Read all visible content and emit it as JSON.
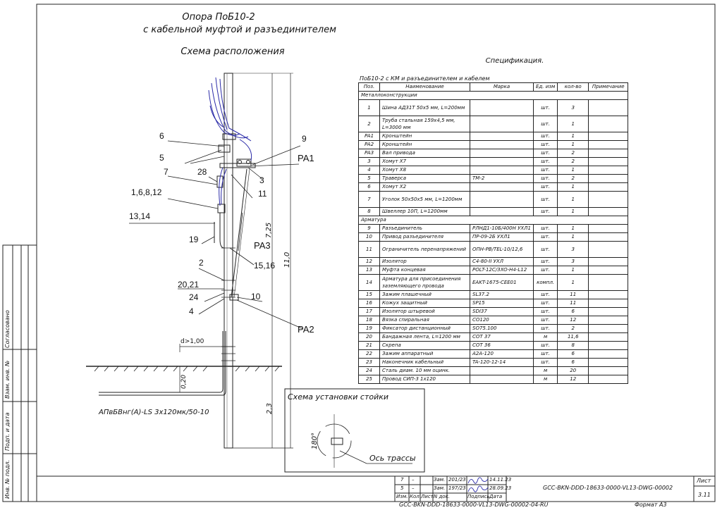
{
  "drawing": {
    "title_line1": "Опора ПоБ10-2",
    "title_line2": "с кабельной муфтой и разъединителем",
    "subtitle": "Схема расположения",
    "callouts": [
      "6",
      "9",
      "5",
      "PA1",
      "7",
      "28",
      "3",
      "11",
      "1,6,8,12",
      "13,14",
      "19",
      "PA3",
      "15,16",
      "2",
      "20,21",
      "24",
      "10",
      "4",
      "PA2"
    ],
    "dims": {
      "d": "d>1,00",
      "h725": "7,25",
      "h110": "11,0",
      "h23": "2,3",
      "h020": "0,20"
    },
    "cable_label": "АПвБВнг(А)-LS 3х120мк/50-10",
    "inset_title": "Схема установки стойки",
    "inset_angle": "180°",
    "inset_label": "Ось трассы"
  },
  "spec": {
    "caption": "Спецификация.",
    "subtitle": "ПоБ10-2 с КМ и разъединителем и кабелем",
    "headers": [
      "Поз.",
      "Наименование",
      "Марка",
      "Ед. изм",
      "кол-во",
      "Примечание"
    ],
    "section_metal": "Металлоконструкции",
    "rows_metal": [
      [
        "1",
        "Шина АД31Т 50х5 мм, L=200мм",
        "",
        "шт.",
        "3",
        ""
      ],
      [
        "2",
        "Труба стальная 159х4,5 мм, L=3000 мм",
        "",
        "шт.",
        "1",
        ""
      ],
      [
        "PA1",
        "Кронштейн",
        "",
        "шт.",
        "1",
        ""
      ],
      [
        "PA2",
        "Кронштейн",
        "",
        "шт.",
        "1",
        ""
      ],
      [
        "PA3",
        "Вал привода",
        "",
        "шт.",
        "2",
        ""
      ],
      [
        "3",
        "Хомут Х7",
        "",
        "шт.",
        "2",
        ""
      ],
      [
        "4",
        "Хомут Х8",
        "",
        "шт.",
        "1",
        ""
      ],
      [
        "5",
        "Траверса",
        "ТМ-2",
        "шт.",
        "2",
        ""
      ],
      [
        "6",
        "Хомут Х2",
        "",
        "шт.",
        "1",
        ""
      ],
      [
        "7",
        "Уголок 50х50х5 мм, L=1200мм",
        "",
        "шт.",
        "1",
        ""
      ],
      [
        "8",
        "Швеллер 10П, L=1200мм",
        "",
        "шт.",
        "1",
        ""
      ]
    ],
    "section_arm": "Арматура",
    "rows_arm": [
      [
        "9",
        "Разъединитель",
        "РЛНД1-10Б/400Н УХЛ1",
        "шт.",
        "1",
        ""
      ],
      [
        "10",
        "Привод разъединителя",
        "ПР-09-2Б УХЛ1",
        "шт.",
        "1",
        ""
      ],
      [
        "11",
        "Ограничитель перенапряжений",
        "ОПН-РВ/TEL-10/12,6",
        "шт.",
        "3",
        ""
      ],
      [
        "12",
        "Изолятор",
        "С4-80-II УХЛ",
        "шт.",
        "3",
        ""
      ],
      [
        "13",
        "Муфта концевая",
        "POLT-12C/3XO-H4-L12",
        "шт.",
        "1",
        ""
      ],
      [
        "14",
        "Арматура для присоединения заземляющего провода",
        "EAKT-1675-CEE01",
        "компл.",
        "1",
        ""
      ],
      [
        "15",
        "Зажим плашечный",
        "SL37.2",
        "шт.",
        "11",
        ""
      ],
      [
        "16",
        "Кожух защитный",
        "SP15",
        "шт.",
        "11",
        ""
      ],
      [
        "17",
        "Изолятор штыревой",
        "SDI37",
        "шт.",
        "6",
        ""
      ],
      [
        "18",
        "Вязка спиральная",
        "CO120",
        "шт.",
        "12",
        ""
      ],
      [
        "19",
        "Фиксатор дистанционный",
        "SO75.100",
        "шт.",
        "2",
        ""
      ],
      [
        "20",
        "Бандажная лента, L=1200 мм",
        "COT 37",
        "м",
        "11,6",
        ""
      ],
      [
        "21",
        "Скрепа",
        "COT 36",
        "шт.",
        "8",
        ""
      ],
      [
        "22",
        "Зажим аппаратный",
        "A2A-120",
        "шт.",
        "6",
        ""
      ],
      [
        "23",
        "Наконечник кабельный",
        "TA-120-12-14",
        "шт.",
        "6",
        ""
      ],
      [
        "24",
        "Сталь диам. 10 мм оцинк.",
        "",
        "м",
        "20",
        ""
      ],
      [
        "25",
        "Провод СИП-3 1х120",
        "",
        "м",
        "12",
        ""
      ]
    ]
  },
  "side": {
    "agreed": "Согласовано",
    "inv_rep": "Взам. инв. №",
    "sign_date": "Подп. и дата",
    "inv_orig": "Инв. № подл."
  },
  "stamp": {
    "rows": [
      {
        "ch": "7",
        "n": "–",
        "doc": "Зам.",
        "num": "201/23",
        "date": "14.11.23"
      },
      {
        "ch": "5",
        "n": "–",
        "doc": "Зам.",
        "num": "197/23",
        "date": "28.09.23"
      }
    ],
    "headers": [
      "Изм.",
      "Кол.",
      "Лист",
      "N док.",
      "Подпись",
      "Дата"
    ],
    "code": "GCC-BKN-DDD-18633-0000-VL13-DWG-00002",
    "sheet_label": "Лист",
    "sheet_no": "3.11",
    "bottom_code": "GCC-BKN-DDD-18633-0000-VL13-DWG-00002-04-RU",
    "format": "Формат А3"
  }
}
